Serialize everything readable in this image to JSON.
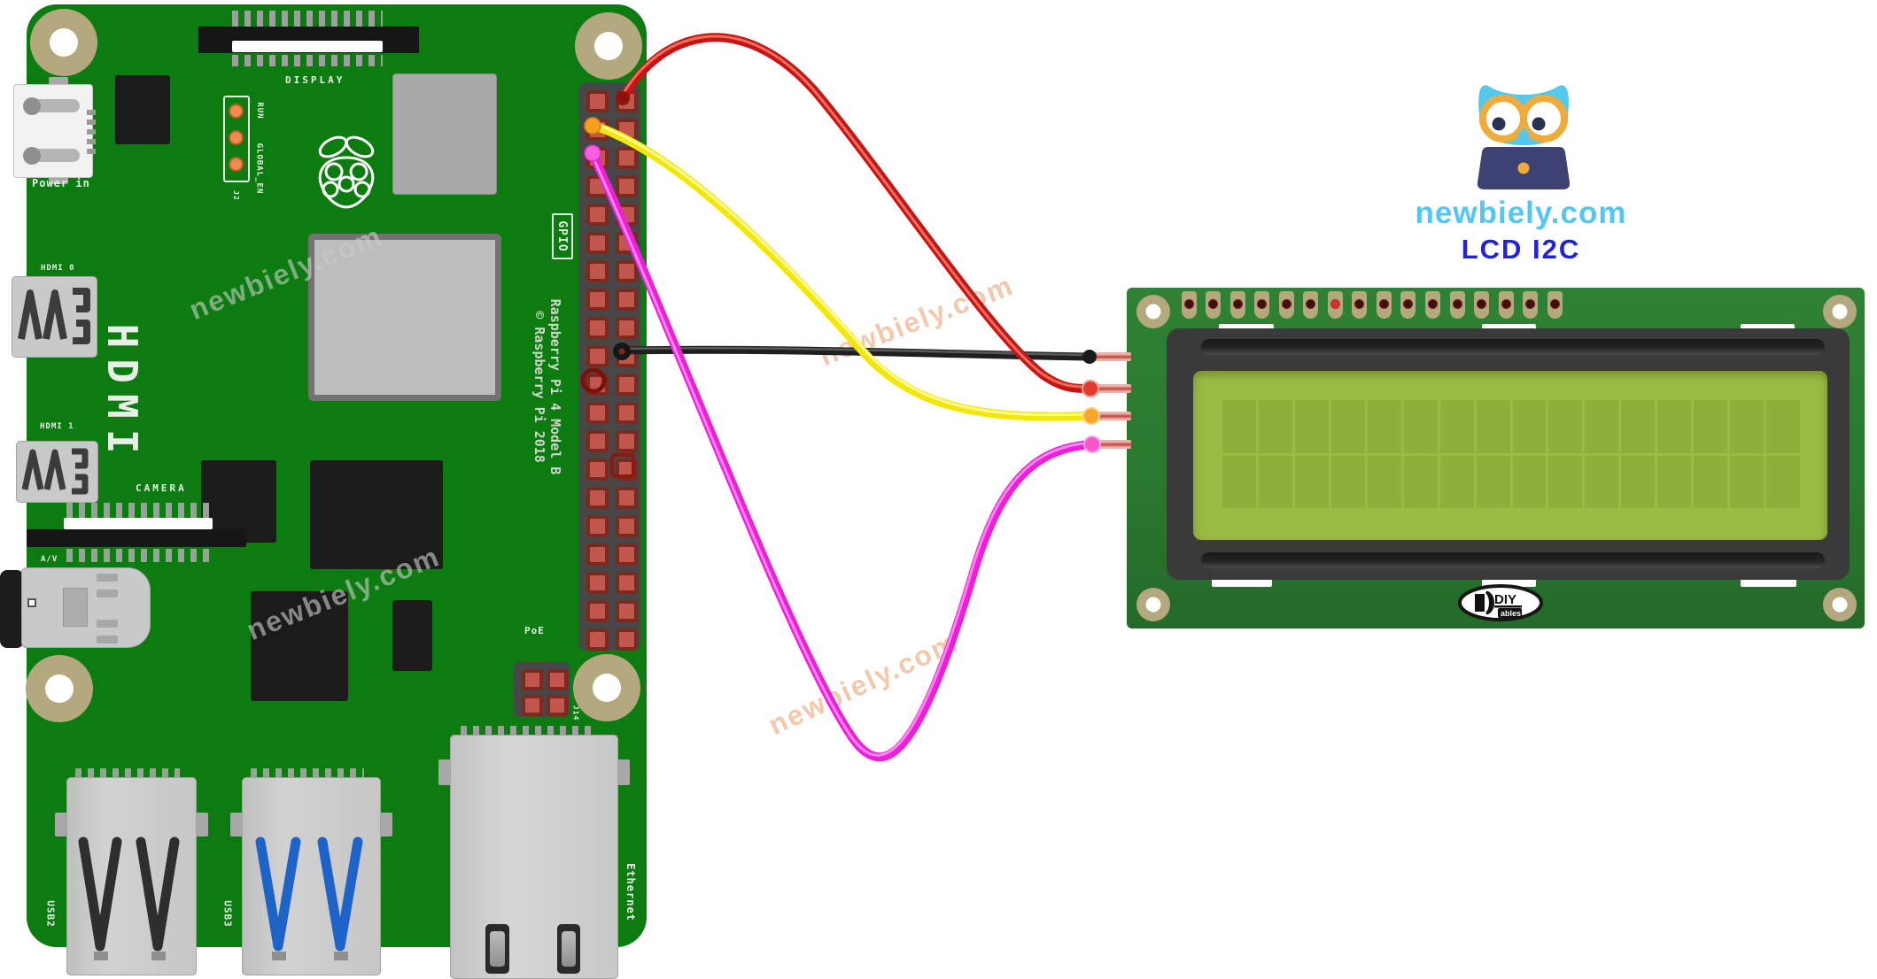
{
  "colors": {
    "board_green": "#0c7c10",
    "lcd_pcb_green": "#2d7c31",
    "bezel_dark": "#3a3a3a",
    "screen_green": "#9cbb45",
    "pad_tan": "#b3a87e",
    "silk_white": "#e8efe6",
    "wire_red": "#c41616",
    "wire_yellow": "#f2e70c",
    "wire_black": "#1f1f1f",
    "wire_magenta": "#ee1fd8",
    "logo_blue": "#53c6f2",
    "logo_navy": "#3d4273",
    "logo_gold": "#efac3c",
    "title_blue": "#2323d6"
  },
  "pi": {
    "labels": {
      "power_in": "Power in",
      "display": "DISPLAY",
      "run": "RUN",
      "global_en": "GLOBAL_EN",
      "j2": "J2",
      "hdmi_big": "HDMI",
      "hdmi0": "HDMI 0",
      "hdmi1": "HDMI 1",
      "camera": "CAMERA",
      "av": "A/V",
      "usb2": "USB2",
      "usb3": "USB3",
      "ethernet": "Ethernet",
      "poe": "PoE",
      "j14": "J14",
      "gpio": "GPIO",
      "board_name": "Raspberry Pi 4 Model B",
      "board_copyright": "© Raspberry Pi 2018"
    },
    "gpio_pins": {
      "rows": 20,
      "cols": 2
    }
  },
  "lcd": {
    "top_pin_count": 16,
    "marked_top_pin_index": 7,
    "char_cols": 16,
    "char_rows": 2,
    "i2c_pin_count": 4,
    "brand": {
      "diy": "DIY",
      "ables": "ables"
    }
  },
  "wires": [
    {
      "name": "red-wire",
      "color": "#c41616",
      "pi_end": "GPIO header row 1, right column",
      "lcd_end": "I2C pin 2 of 4"
    },
    {
      "name": "yellow-wire",
      "color": "#f2e70c",
      "pi_end": "GPIO header row 2, left column",
      "lcd_end": "I2C pin 3 of 4"
    },
    {
      "name": "black-wire",
      "color": "#1f1f1f",
      "pi_end": "GPIO header row 10, right column",
      "lcd_end": "I2C pin 1 of 4"
    },
    {
      "name": "magenta-wire",
      "color": "#ee1fd8",
      "pi_end": "GPIO header row 3, left column",
      "lcd_end": "I2C pin 4 of 4"
    }
  ],
  "logo": {
    "site": "newbiely.com",
    "subtitle": "LCD I2C"
  },
  "watermark": {
    "text": "newbiely.com"
  }
}
